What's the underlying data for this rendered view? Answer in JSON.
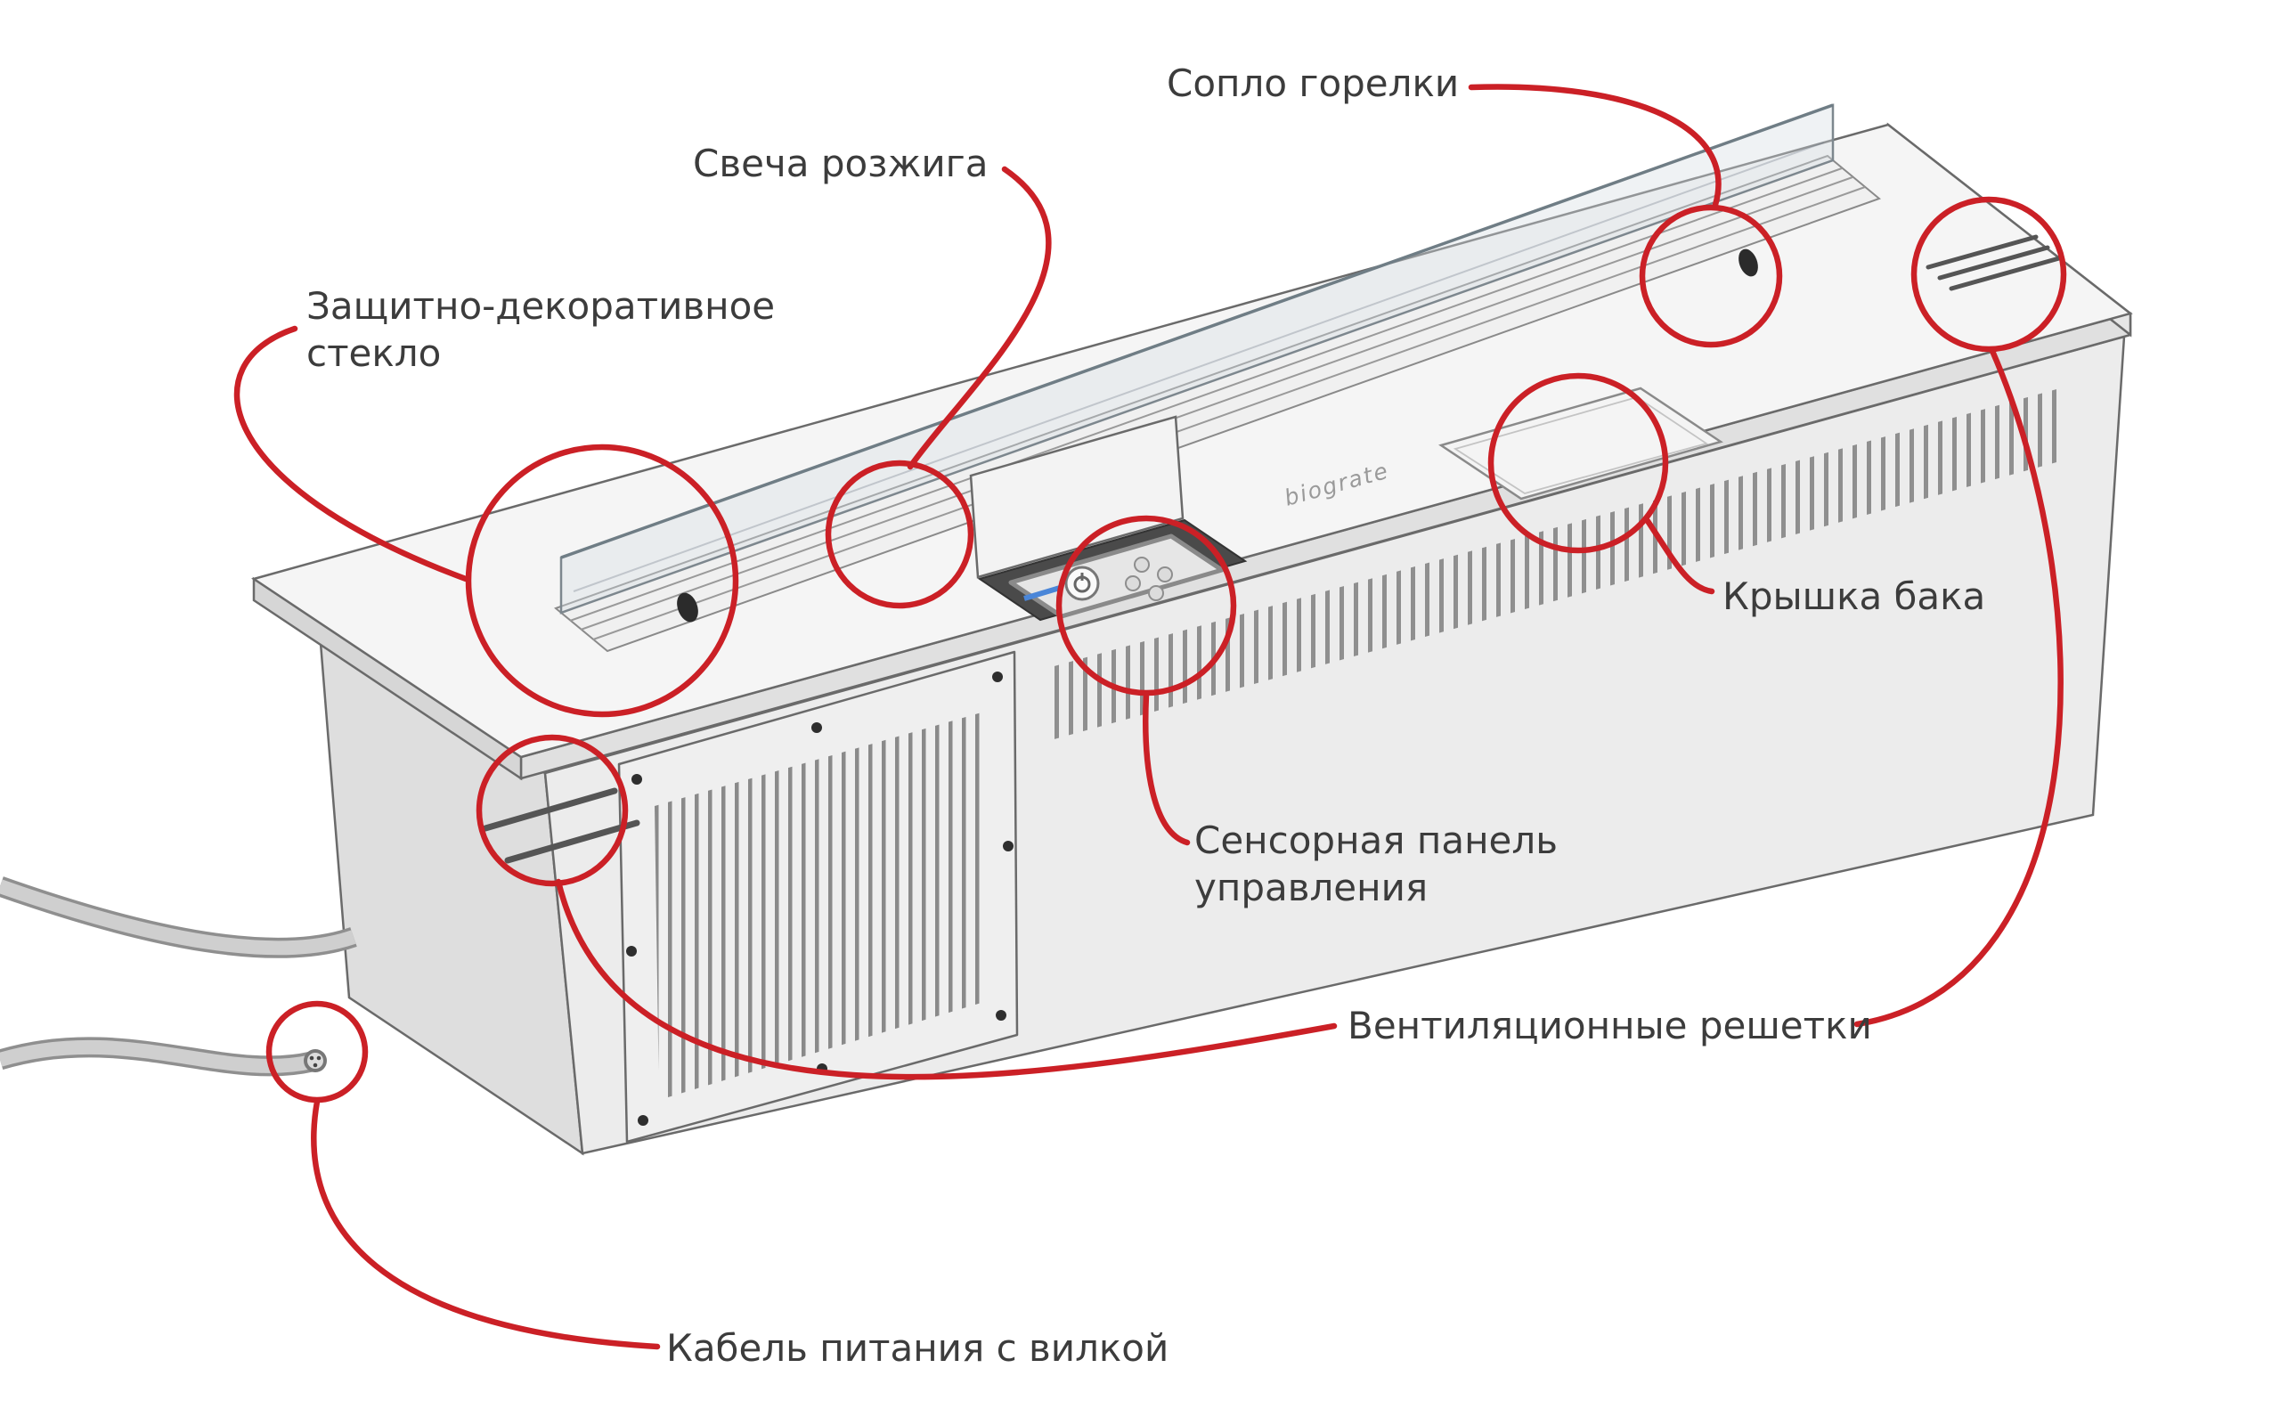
{
  "colors": {
    "annotation_red": "#cb2026",
    "label_text": "#3c3c3c",
    "logo_gray": "#9a9a9a",
    "indicator_blue": "#4a86d8",
    "background": "#ffffff"
  },
  "diagram": {
    "device_logo": "biograte",
    "labels": {
      "burner_nozzle": "Сопло горелки",
      "ignition_plug": "Свеча розжига",
      "protective_glass_line1": "Защитно-декоративное",
      "protective_glass_line2": "стекло",
      "tank_lid": "Крышка бака",
      "touch_panel_line1": "Сенсорная панель",
      "touch_panel_line2": "управления",
      "ventilation_grilles": "Вентиляционные решетки",
      "power_cable": "Кабель питания с вилкой"
    }
  }
}
